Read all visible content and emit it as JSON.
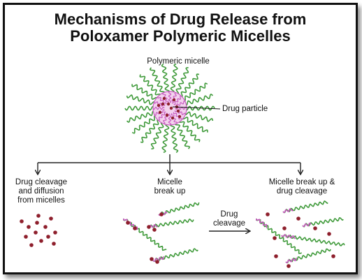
{
  "title": {
    "line1": "Mechanisms of Drug Release from",
    "line2": "Poloxamer Polymeric Micelles"
  },
  "labels": {
    "micelle": "Polymeric micelle",
    "drug_particle": "Drug particle",
    "mech1_line1": "Drug cleavage",
    "mech1_line2": "and diffusion",
    "mech1_line3": "from micelles",
    "mech2_line1": "Micelle",
    "mech2_line2": "break up",
    "mech3_line1": "Micelle break up &",
    "mech3_line2": "drug cleavage",
    "arrow_line1": "Drug",
    "arrow_line2": "cleavage"
  },
  "colors": {
    "hydrophilic_chain": "#3f9a3a",
    "hydrophobic_chain": "#c85ac0",
    "drug": "#8e1f2c",
    "arrow": "#222222"
  }
}
